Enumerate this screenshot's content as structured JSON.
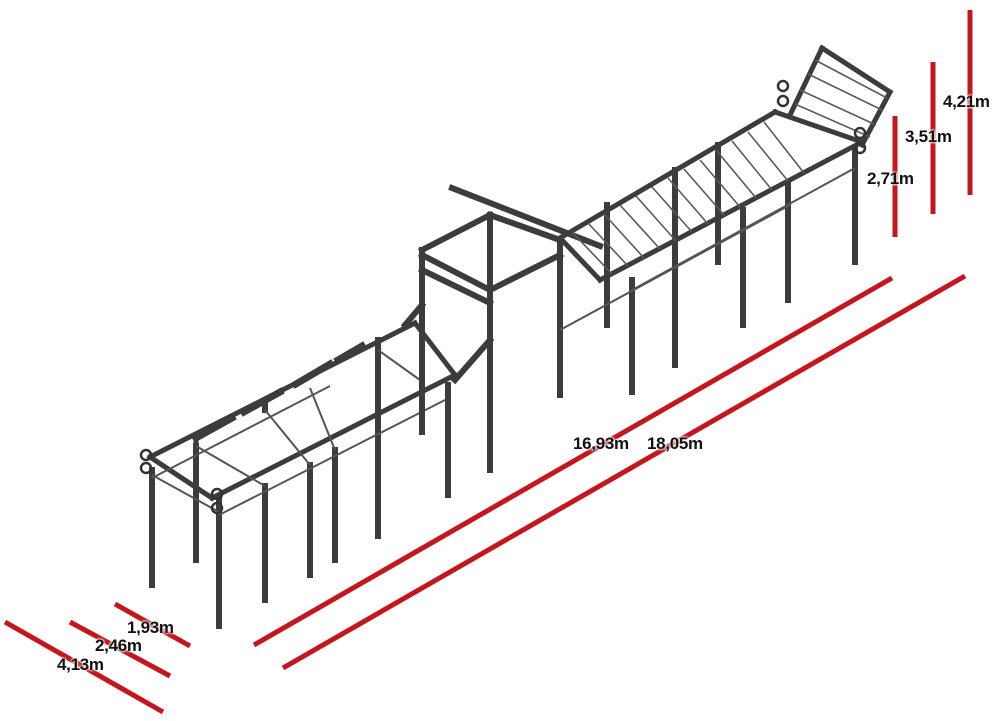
{
  "colors": {
    "dimension_line": "#c4161c",
    "frame": "#3c3c3c",
    "background": "#ffffff"
  },
  "dimensions": {
    "width_small": "1,93m",
    "width_medium": "2,46m",
    "width_large": "4,13m",
    "length_inner": "16,93m",
    "length_outer": "18,05m",
    "height_low": "2,71m",
    "height_mid": "3,51m",
    "height_high": "4,21m"
  },
  "icons": {
    "plate_holder": "weight-plate-icon"
  }
}
